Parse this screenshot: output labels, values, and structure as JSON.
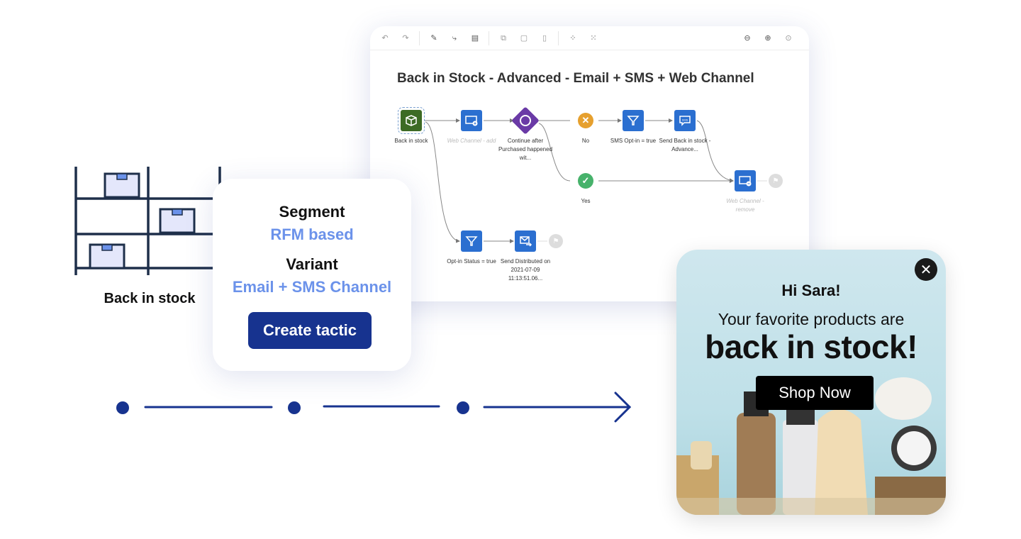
{
  "flow_editor": {
    "toolbar": [
      "undo",
      "redo",
      "edit",
      "connect",
      "comment",
      "copy",
      "paste",
      "delete",
      "layout-horizontal",
      "layout-vertical",
      "zoom-out",
      "zoom-in",
      "zoom-reset"
    ],
    "title": "Back in Stock - Advanced - Email + SMS + Web Channel",
    "nodes": {
      "start": "Back in stock",
      "web_add": "Web Channel - add",
      "wait": "Continue after Purchased happened wit...",
      "no": "No",
      "yes": "Yes",
      "sms_optin": "SMS Opt-in = true",
      "send_sms": "Send Back in stock - Advance...",
      "web_remove": "Web Channel - remove",
      "optin_status": "Opt-in Status = true",
      "send_email": "Send Distributed on 2021-07-09 11:13:51.06..."
    }
  },
  "shelf_label": "Back in stock",
  "segment_card": {
    "segment_label": "Segment",
    "segment_value": "RFM based",
    "variant_label": "Variant",
    "variant_value": "Email + SMS Channel",
    "button": "Create tactic"
  },
  "popup": {
    "greeting": "Hi Sara!",
    "line1": "Your favorite products are",
    "headline": "back in stock!",
    "button": "Shop Now"
  },
  "colors": {
    "accent": "#17338f",
    "light_accent": "#6b92ea",
    "node_blue": "#2b6fd0"
  }
}
